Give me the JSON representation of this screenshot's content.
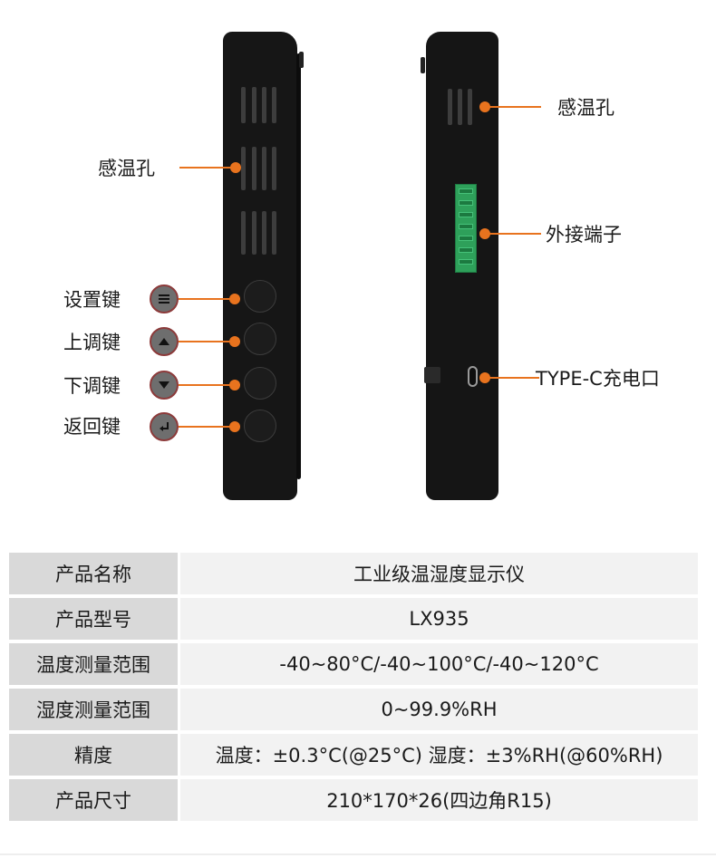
{
  "left_device": {
    "labels": {
      "vent": "感温孔",
      "set_key": "设置键",
      "up_key": "上调键",
      "down_key": "下调键",
      "back_key": "返回键"
    }
  },
  "right_device": {
    "labels": {
      "vent": "感温孔",
      "terminal": "外接端子",
      "typec": "TYPE-C充电口"
    }
  },
  "icons": {
    "set_key": "menu-icon",
    "up_key": "triangle-up-icon",
    "down_key": "triangle-down-icon",
    "back_key": "return-arrow-icon"
  },
  "colors": {
    "accent": "#e8731e",
    "device": "#161616",
    "terminal": "#2ea05a",
    "table_key_bg": "#d9d9d9",
    "table_val_bg": "#f2f2f2"
  },
  "specs": [
    {
      "key": "产品名称",
      "value": "工业级温湿度显示仪"
    },
    {
      "key": "产品型号",
      "value": "LX935"
    },
    {
      "key": "温度测量范围",
      "value": "-40~80°C/-40~100°C/-40~120°C"
    },
    {
      "key": "湿度测量范围",
      "value": "0~99.9%RH"
    },
    {
      "key": "精度",
      "value": "温度：±0.3°C(@25°C)  湿度：±3%RH(@60%RH)"
    },
    {
      "key": "产品尺寸",
      "value": "210*170*26(四边角R15)"
    }
  ]
}
